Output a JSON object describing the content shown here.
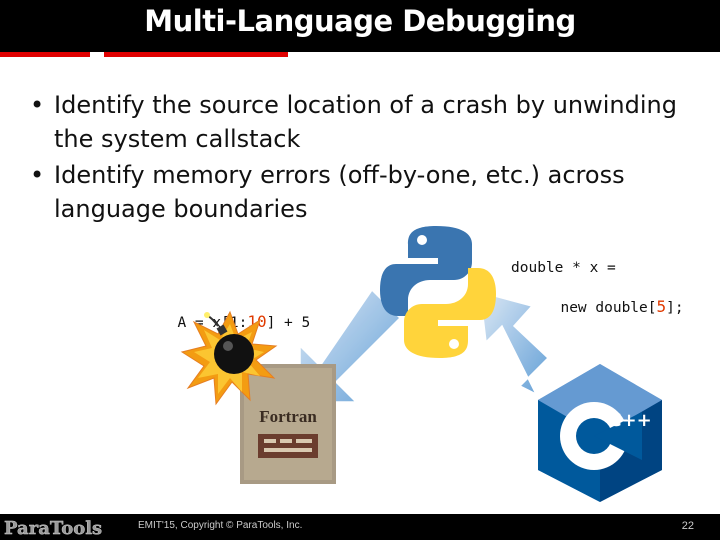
{
  "slide": {
    "title": "Multi-Language Debugging",
    "bullets": [
      "Identify the source location of a crash by unwinding the system callstack",
      "Identify memory errors (off-by-one, etc.) across language boundaries"
    ],
    "bullet_glyph": "•"
  },
  "code": {
    "fortran_line": {
      "prefix": "A = x[1:",
      "num1": "10",
      "suffix": "] + 5"
    },
    "cpp_line1": "double * x =",
    "cpp_line2": {
      "prefix": "new double[",
      "num": "5",
      "suffix": "];"
    }
  },
  "logos": {
    "fortran_label": "Fortran",
    "cpp_label": "C++",
    "python_icon": "python-logo-icon",
    "bomb_icon": "bomb-explosion-icon"
  },
  "footer": {
    "brand": "ParaTools",
    "text": "EMIT'15, Copyright © ParaTools, Inc.",
    "page": "22"
  },
  "colors": {
    "title_bg": "#000000",
    "accent_red": "#e00000",
    "arrow_blue": "#5b9bd5",
    "python_blue": "#3a75b0",
    "python_yellow": "#ffd43b",
    "cpp_blue": "#00599c",
    "number_orange": "#e03a00"
  }
}
